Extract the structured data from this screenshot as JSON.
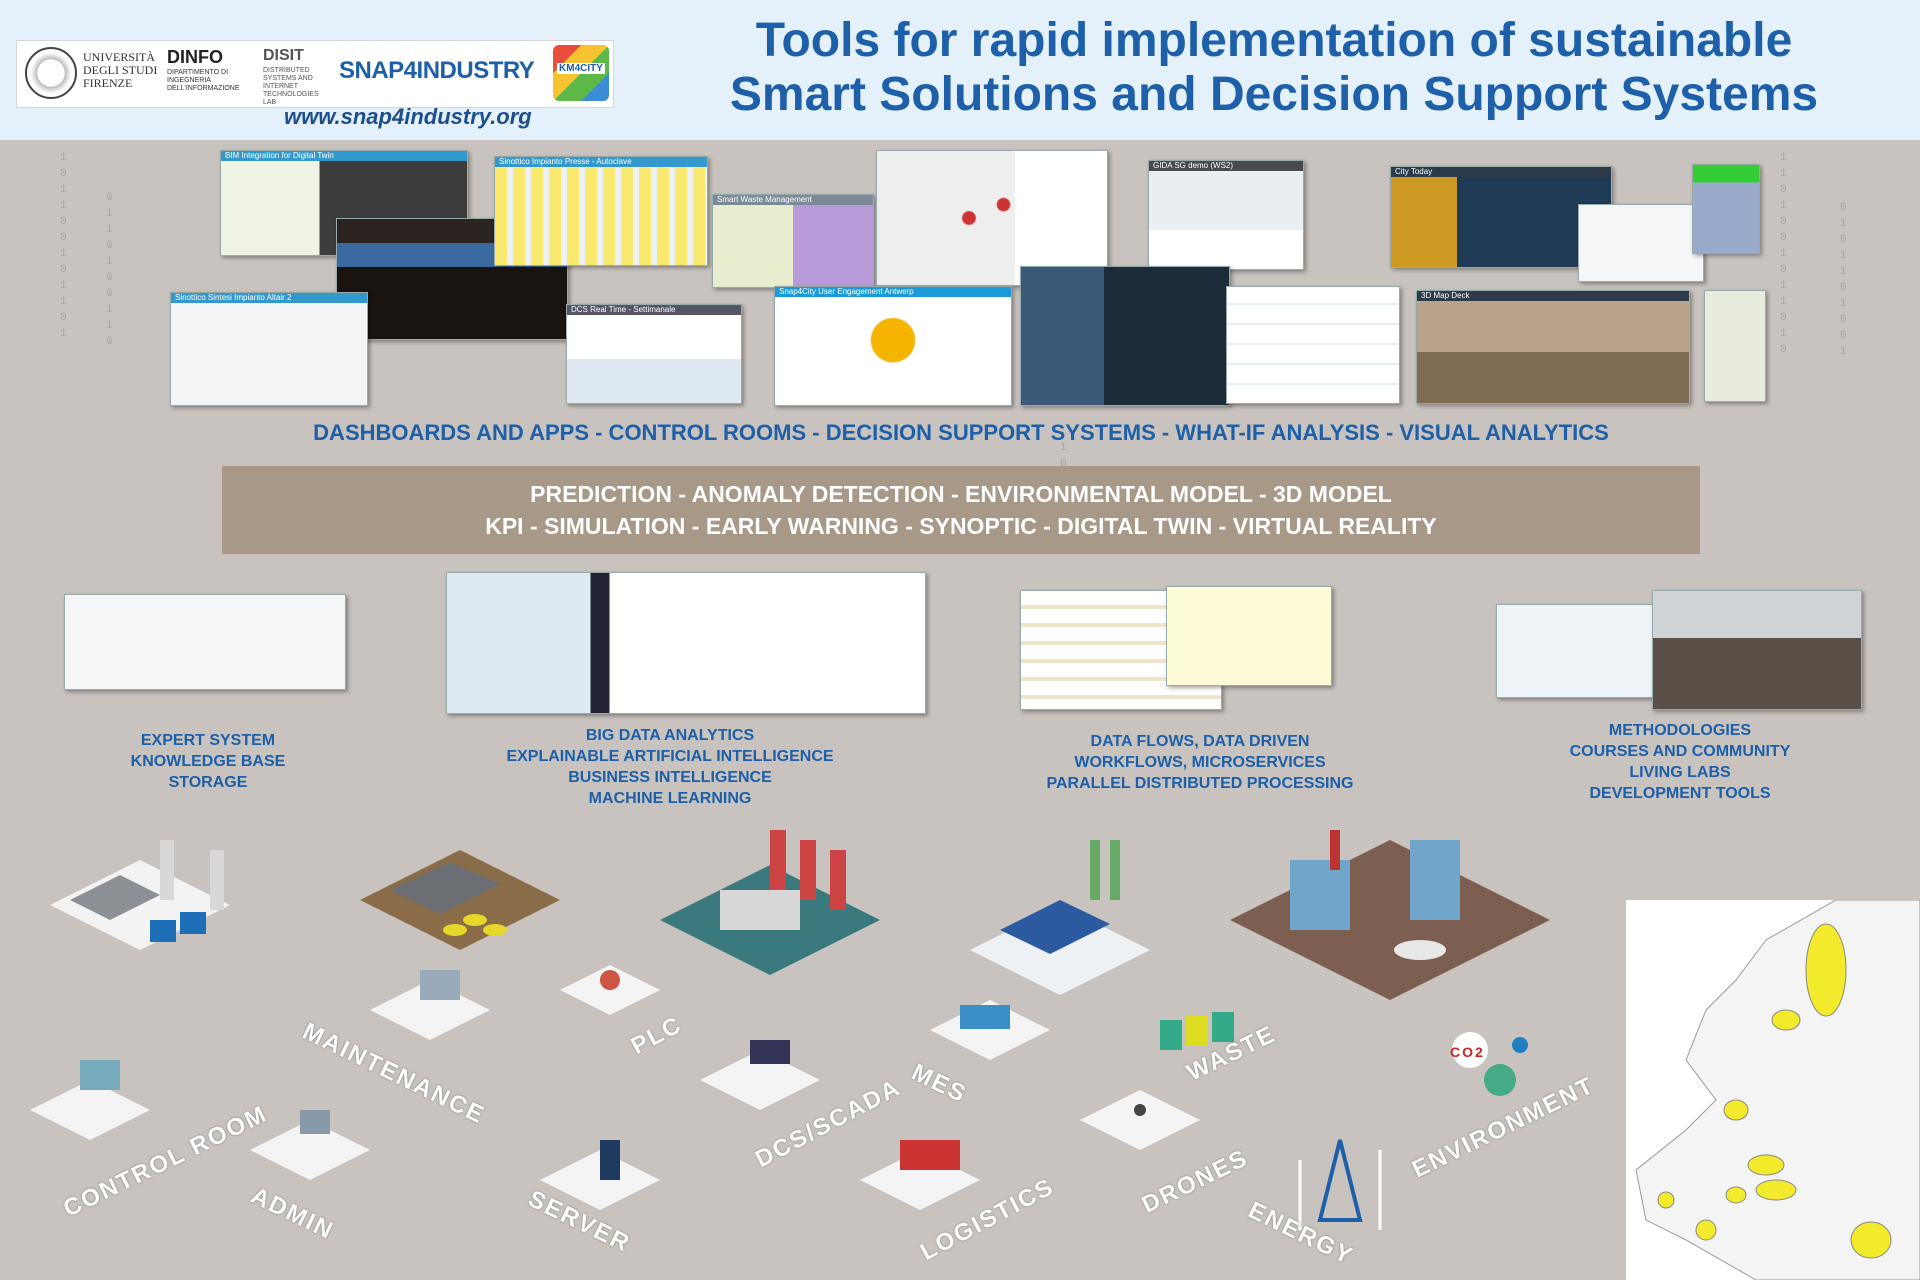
{
  "header": {
    "unifi": [
      "UNIVERSITÀ",
      "DEGLI STUDI",
      "FIRENZE"
    ],
    "dinfo": "DINFO",
    "dinfo_sub": "DIPARTIMENTO DI INGEGNERIA DELL'INFORMAZIONE",
    "disit": "DISIT",
    "disit_sub": "DISTRIBUTED SYSTEMS AND INTERNET TECHNOLOGIES LAB",
    "snap_logo": "SNAP4INDUSTRY",
    "km4city": "KM4CITY",
    "url": "www.snap4industry.org",
    "title_line1": "Tools for rapid implementation of sustainable",
    "title_line2": "Smart Solutions and Decision Support Systems"
  },
  "screenshots": [
    "BIM Integration for Digital Twin",
    "Sinottico Impianto Presse - Autoclave",
    "Smart Waste Management",
    "GIDA SG demo (WS2)",
    "City Today",
    "Sinottico Sintesi Impianto Altair 2",
    "DCS Real Time - Settimanale",
    "Snap4City User Engagement Antwerp",
    "3D Map Deck"
  ],
  "captions": {
    "dashboards": "DASHBOARDS AND APPS - CONTROL ROOMS - DECISION SUPPORT SYSTEMS - WHAT-IF ANALYSIS - VISUAL ANALYTICS",
    "band_line1": "PREDICTION - ANOMALY DETECTION - ENVIRONMENTAL MODEL - 3D MODEL",
    "band_line2": "KPI - SIMULATION - EARLY WARNING - SYNOPTIC - DIGITAL TWIN - VIRTUAL REALITY"
  },
  "features": [
    {
      "lines": [
        "EXPERT SYSTEM",
        "KNOWLEDGE BASE",
        "STORAGE"
      ]
    },
    {
      "lines": [
        "BIG DATA ANALYTICS",
        "EXPLAINABLE ARTIFICIAL INTELLIGENCE",
        "BUSINESS INTELLIGENCE",
        "MACHINE LEARNING"
      ]
    },
    {
      "lines": [
        "DATA FLOWS, DATA DRIVEN",
        "WORKFLOWS, MICROSERVICES",
        "PARALLEL DISTRIBUTED PROCESSING"
      ]
    },
    {
      "lines": [
        "METHODOLOGIES",
        "COURSES AND COMMUNITY",
        "LIVING LABS",
        "DEVELOPMENT TOOLS"
      ]
    }
  ],
  "iso_labels": {
    "maintenance": "MAINTENANCE",
    "plc": "PLC",
    "control_room": "CONTROL ROOM",
    "admin": "ADMIN",
    "server": "SERVER",
    "dcs": "DCS/SCADA",
    "mes": "MES",
    "logistics": "LOGISTICS",
    "waste": "WASTE",
    "drones": "DRONES",
    "energy": "ENERGY",
    "environment": "ENVIRONMENT",
    "co2": "CO2"
  },
  "colors": {
    "title_blue": "#1d5fa8",
    "header_bg": "#e4f1fb",
    "background": "#c8c3be",
    "band": "#a89888",
    "map_highlight": "#f2ea2a"
  }
}
